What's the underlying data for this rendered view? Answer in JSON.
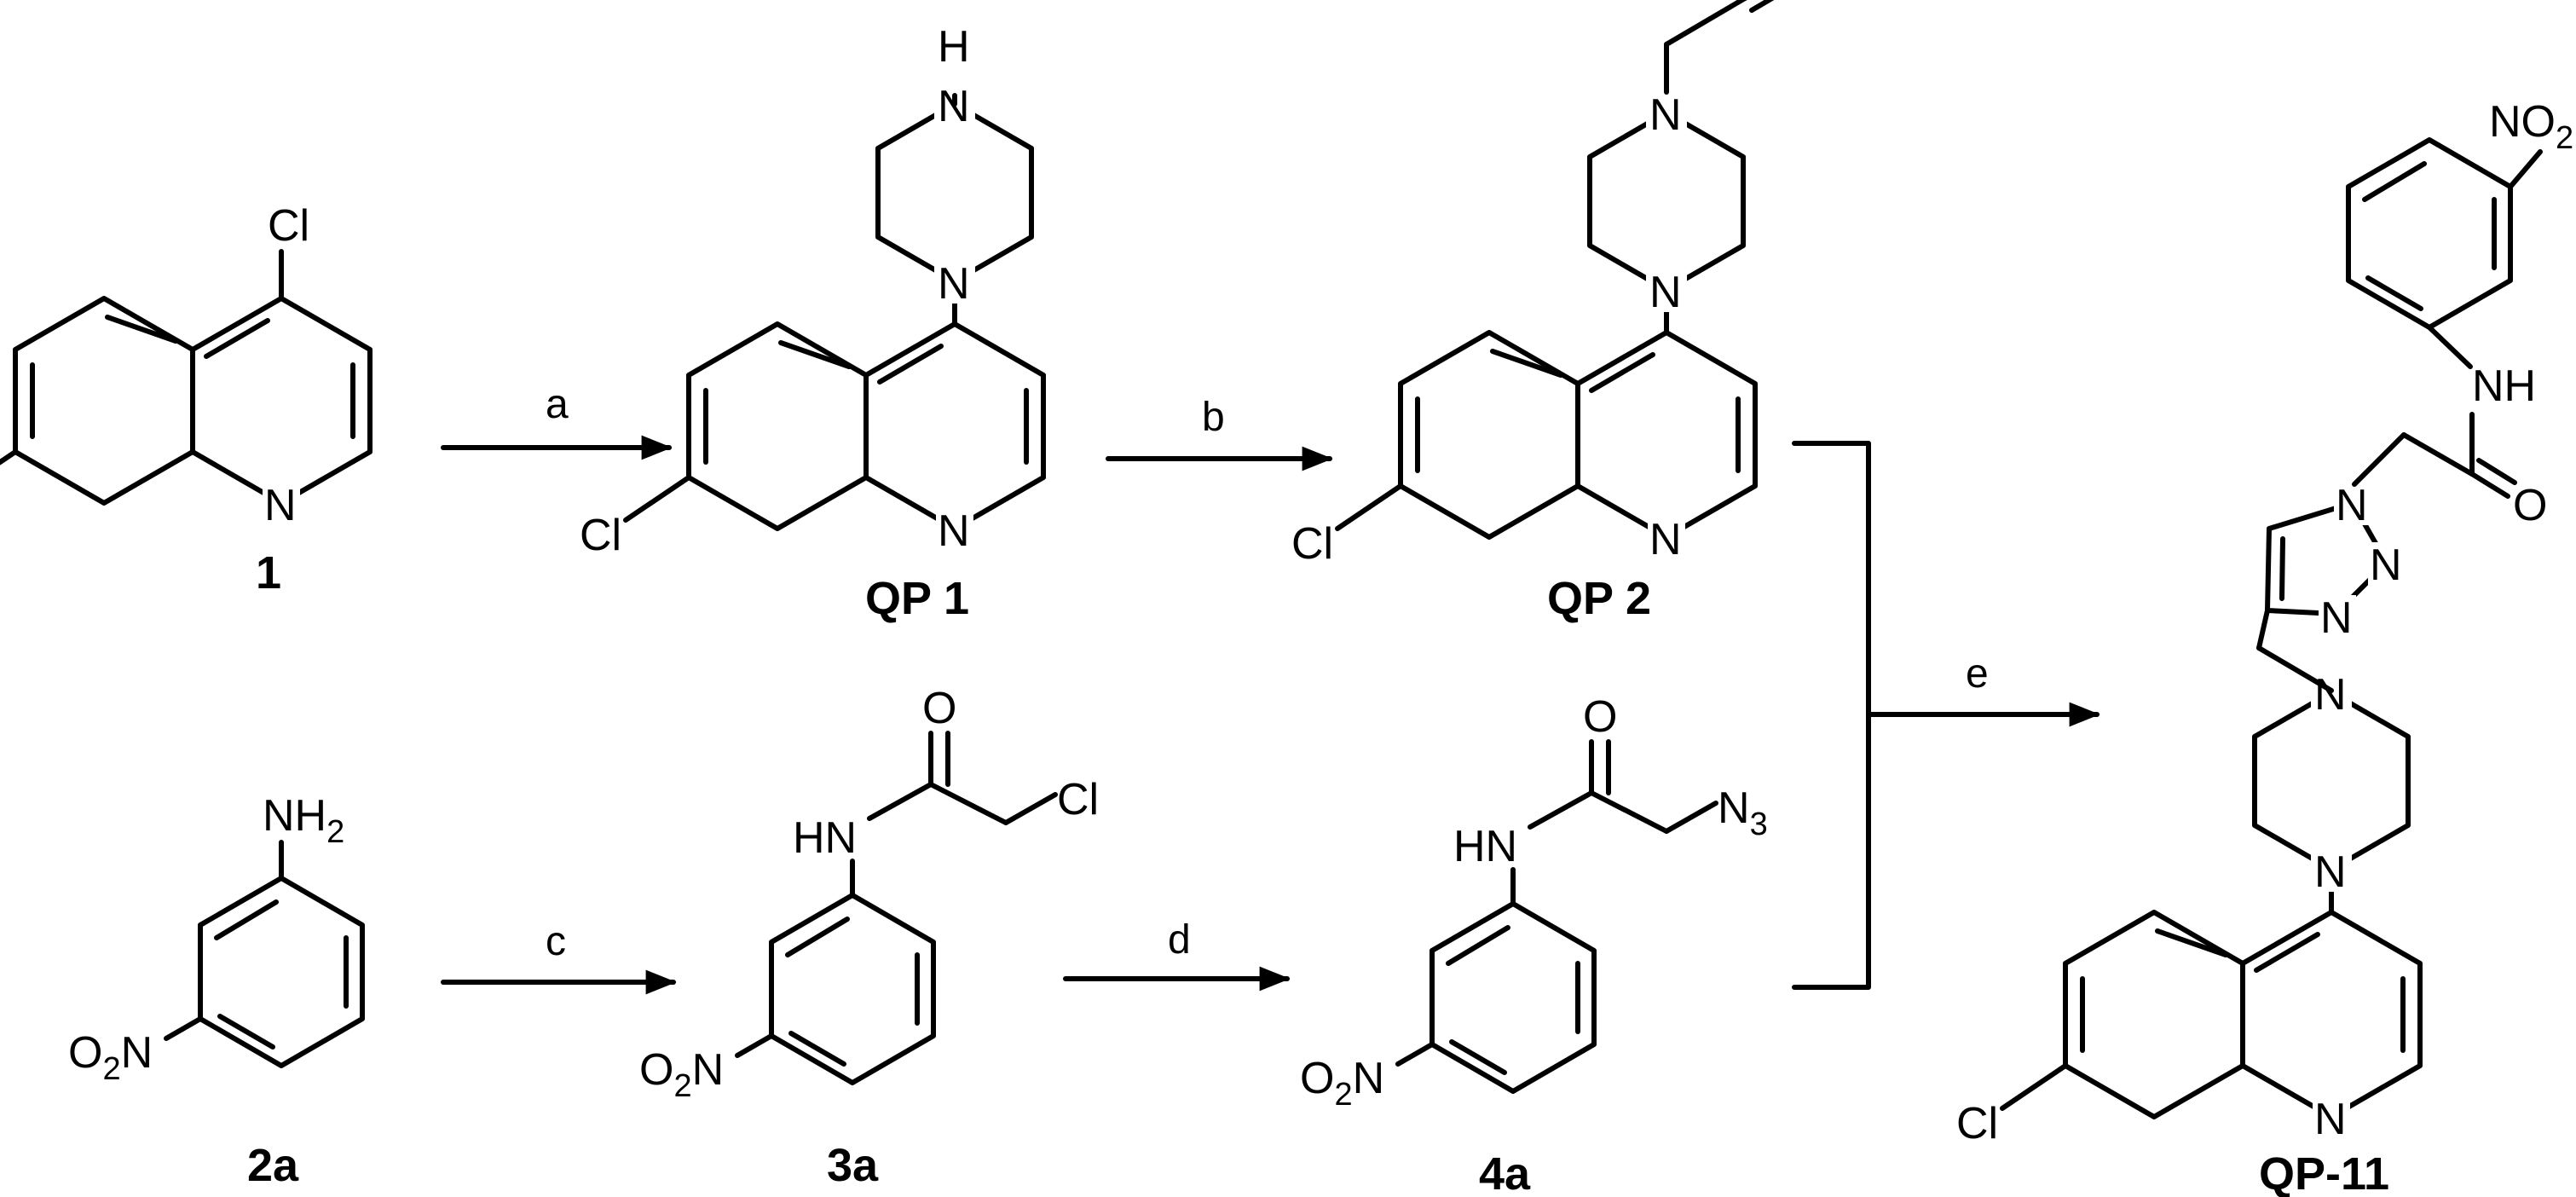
{
  "atoms": {
    "cl": "Cl",
    "n": "N",
    "h": "H",
    "o": "O",
    "nh": "NH",
    "hn": "HN",
    "nh2_base": "NH",
    "nh2_sub": "2",
    "no2_base": "NO",
    "no2_sub": "2",
    "o2n_o": "O",
    "o2n_sub": "2",
    "o2n_n": "N",
    "n3_base": "N",
    "n3_sub": "3"
  },
  "compounds": {
    "c1": "1",
    "qp1": "QP 1",
    "qp2": "QP 2",
    "c2a": "2a",
    "c3a": "3a",
    "c4a": "4a",
    "qp11": "QP-11"
  },
  "steps": {
    "a": "a",
    "b": "b",
    "c": "c",
    "d": "d",
    "e": "e"
  }
}
